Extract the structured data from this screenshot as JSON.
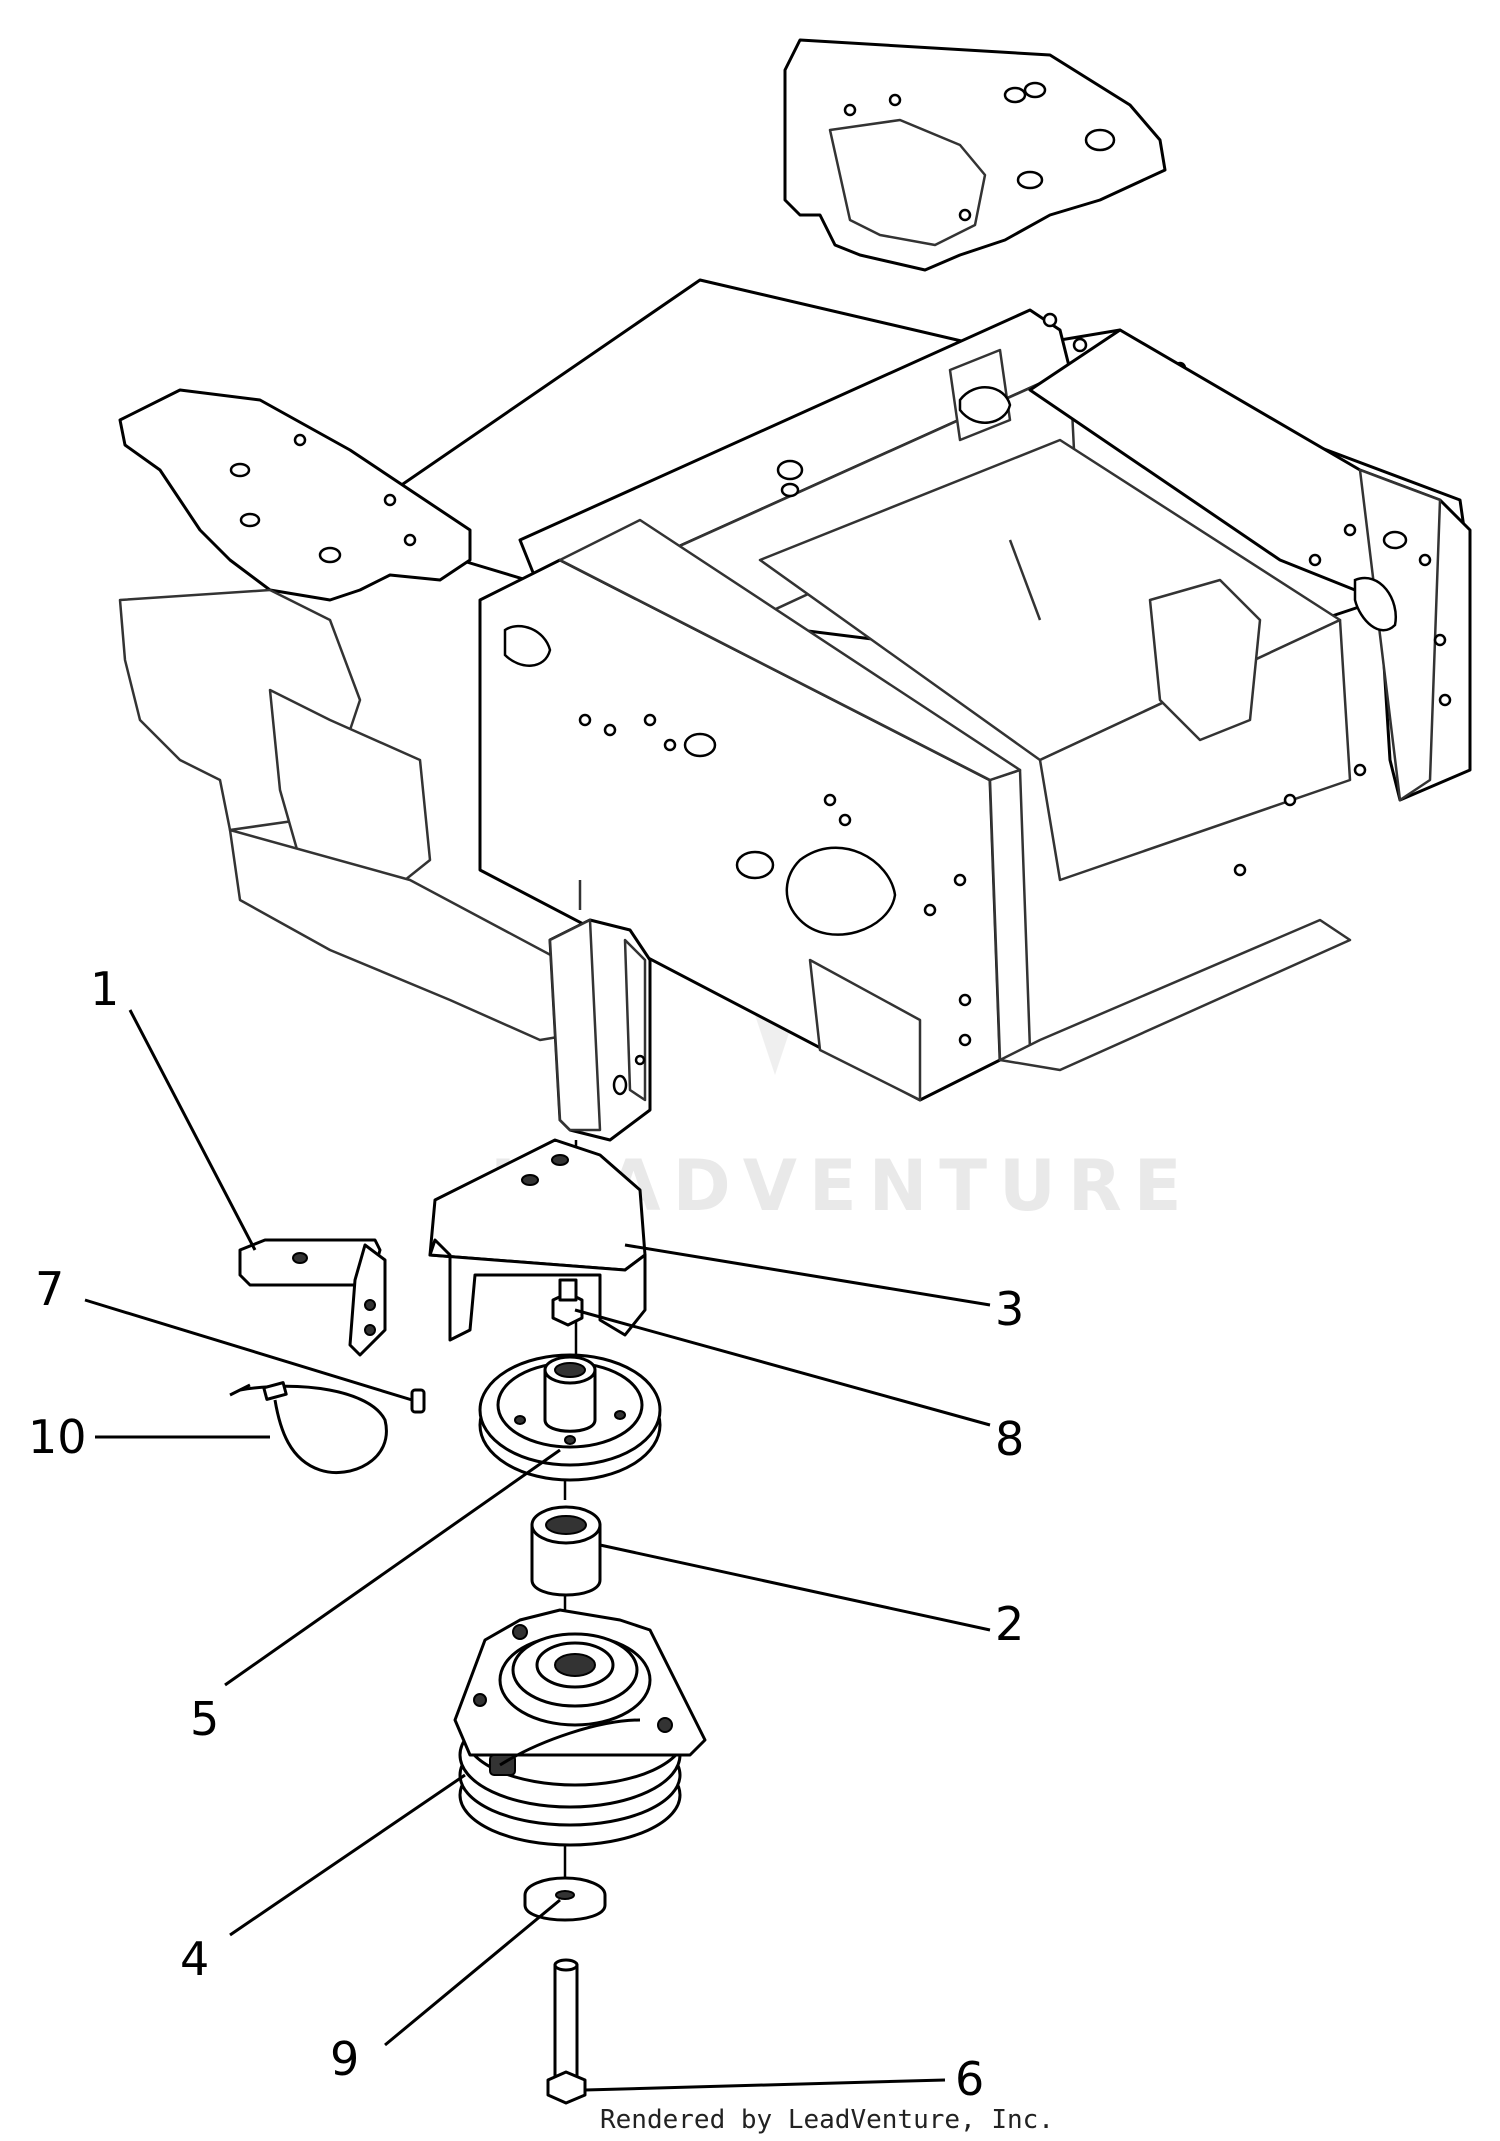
{
  "diagram": {
    "watermark_text": "LEADVENTURE",
    "credit_text": "Rendered by LeadVenture, Inc.",
    "colors": {
      "lines": "#000000",
      "watermark": "#e9e9e9",
      "background": "#ffffff"
    },
    "callouts": [
      {
        "id": "1",
        "label": "1"
      },
      {
        "id": "2",
        "label": "2"
      },
      {
        "id": "3",
        "label": "3"
      },
      {
        "id": "4",
        "label": "4"
      },
      {
        "id": "5",
        "label": "5"
      },
      {
        "id": "6",
        "label": "6"
      },
      {
        "id": "7",
        "label": "7"
      },
      {
        "id": "8",
        "label": "8"
      },
      {
        "id": "9",
        "label": "9"
      },
      {
        "id": "10",
        "label": "10"
      }
    ]
  }
}
